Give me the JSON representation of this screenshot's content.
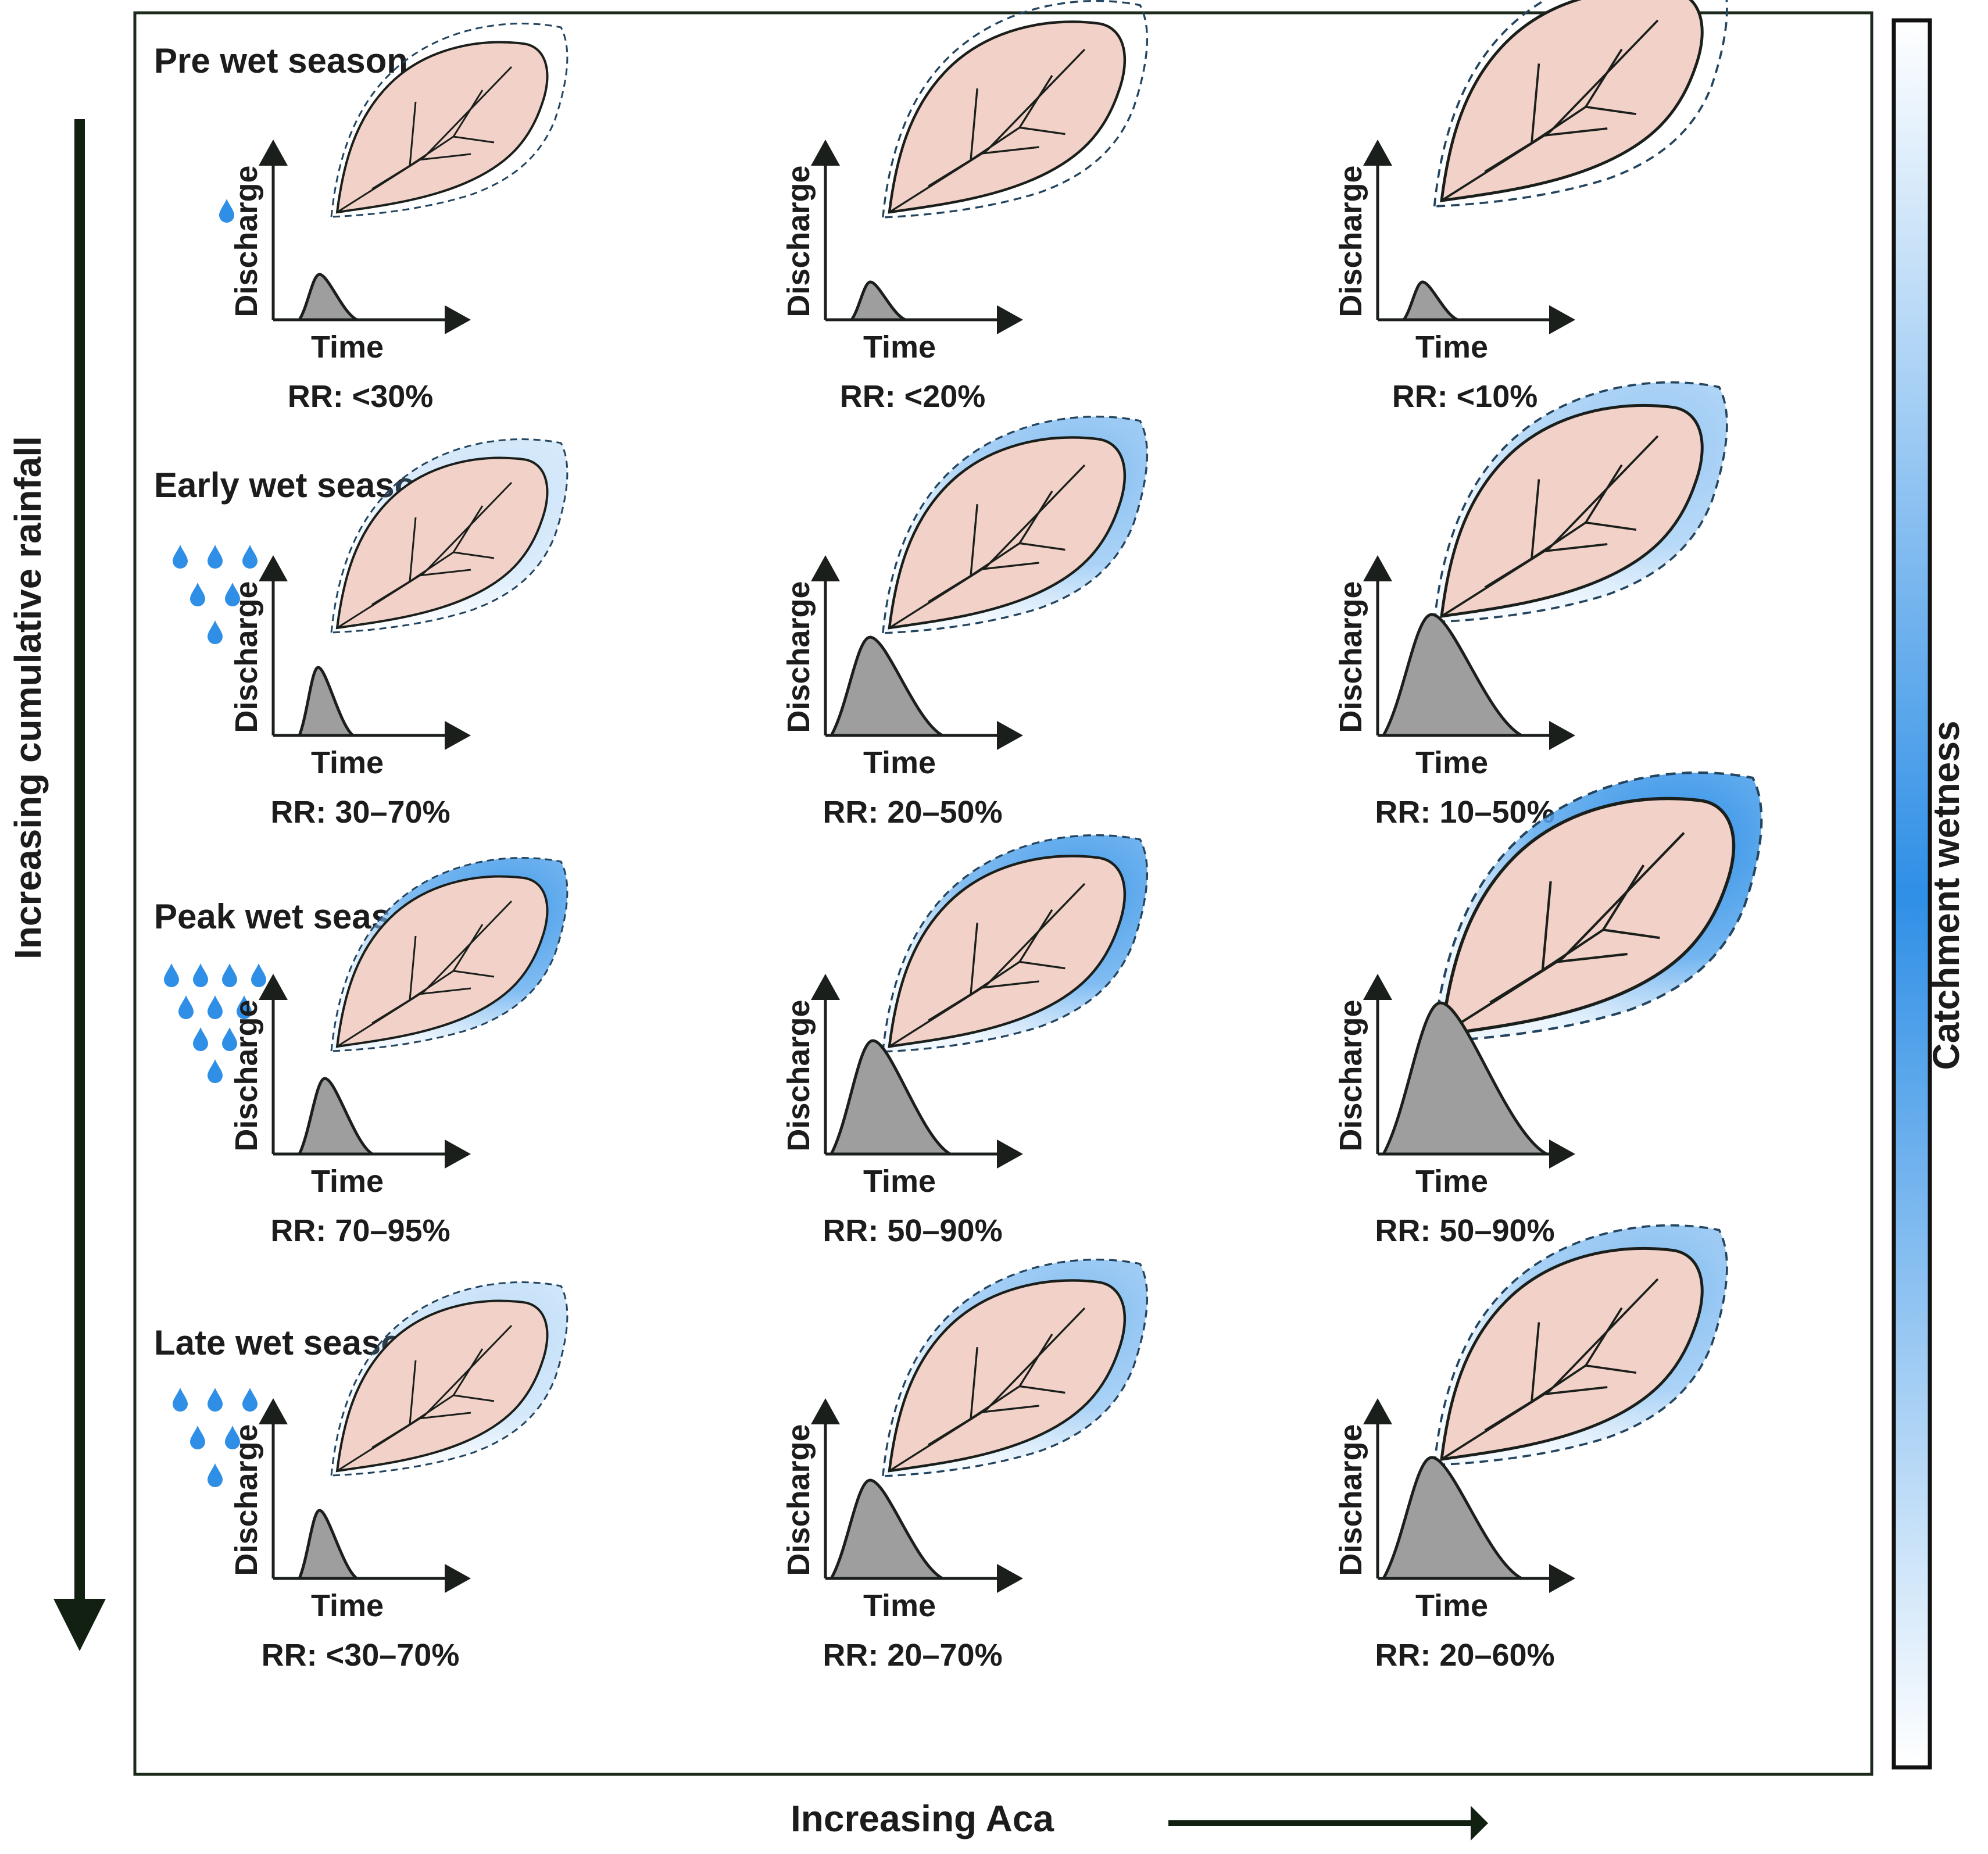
{
  "left_axis_label": "Increasing cumulative rainfall",
  "bottom_axis_label": "Increasing Aca",
  "right_bar_label": "Catchment wetness",
  "axis_x_label": "Time",
  "axis_y_label": "Discharge",
  "colors": {
    "leaf_fill": "#f2d2c8",
    "wet_blue": "#2f8fe6",
    "hydrograph_fill": "#9e9e9e",
    "outline": "#1b1f1b",
    "arrow": "#122012"
  },
  "rows": [
    {
      "title": "Pre wet season",
      "raindrops": 1,
      "cells": [
        {
          "rr": "RR: <30%",
          "wet_extent": 0.0,
          "peak": 0.3,
          "width": 0.3
        },
        {
          "rr": "RR: <20%",
          "wet_extent": 0.0,
          "peak": 0.25,
          "width": 0.28
        },
        {
          "rr": "RR: <10%",
          "wet_extent": 0.0,
          "peak": 0.25,
          "width": 0.28
        }
      ]
    },
    {
      "title": "Early wet season",
      "raindrops": 6,
      "cells": [
        {
          "rr": "RR: 30–70%",
          "wet_extent": 0.25,
          "peak": 0.45,
          "width": 0.28
        },
        {
          "rr": "RR: 20–50%",
          "wet_extent": 0.6,
          "peak": 0.65,
          "width": 0.58
        },
        {
          "rr": "RR: 10–50%",
          "wet_extent": 0.5,
          "peak": 0.8,
          "width": 0.72
        }
      ]
    },
    {
      "title": "Peak wet season",
      "raindrops": 10,
      "cells": [
        {
          "rr": "RR: 70–95%",
          "wet_extent": 0.9,
          "peak": 0.5,
          "width": 0.38
        },
        {
          "rr": "RR: 50–90%",
          "wet_extent": 0.9,
          "peak": 0.75,
          "width": 0.62
        },
        {
          "rr": "RR: 50–90%",
          "wet_extent": 1.0,
          "peak": 1.0,
          "width": 0.85
        }
      ]
    },
    {
      "title": "Late wet season",
      "raindrops": 6,
      "cells": [
        {
          "rr": "RR: <30–70%",
          "wet_extent": 0.3,
          "peak": 0.45,
          "width": 0.3
        },
        {
          "rr": "RR: 20–70%",
          "wet_extent": 0.6,
          "peak": 0.65,
          "width": 0.58
        },
        {
          "rr": "RR: 20–60%",
          "wet_extent": 0.6,
          "peak": 0.8,
          "width": 0.72
        }
      ]
    }
  ]
}
